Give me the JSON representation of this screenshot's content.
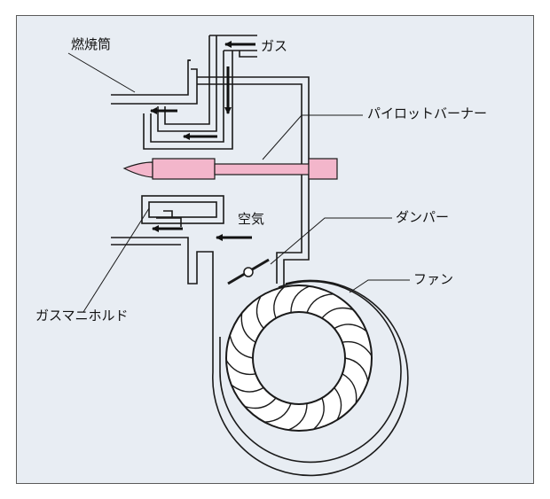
{
  "labels": {
    "combustion_tube": "燃焼筒",
    "gas": "ガス",
    "pilot_burner": "パイロットバーナー",
    "air": "空気",
    "damper": "ダンパー",
    "fan": "ファン",
    "gas_manifold": "ガスマニホルド"
  },
  "colors": {
    "panel_bg": "#e8edf3",
    "burner_fill": "#f3b6cb",
    "line": "#1a1a1a",
    "fan_fill": "#ffffff"
  },
  "fan": {
    "blade_count": 18
  }
}
